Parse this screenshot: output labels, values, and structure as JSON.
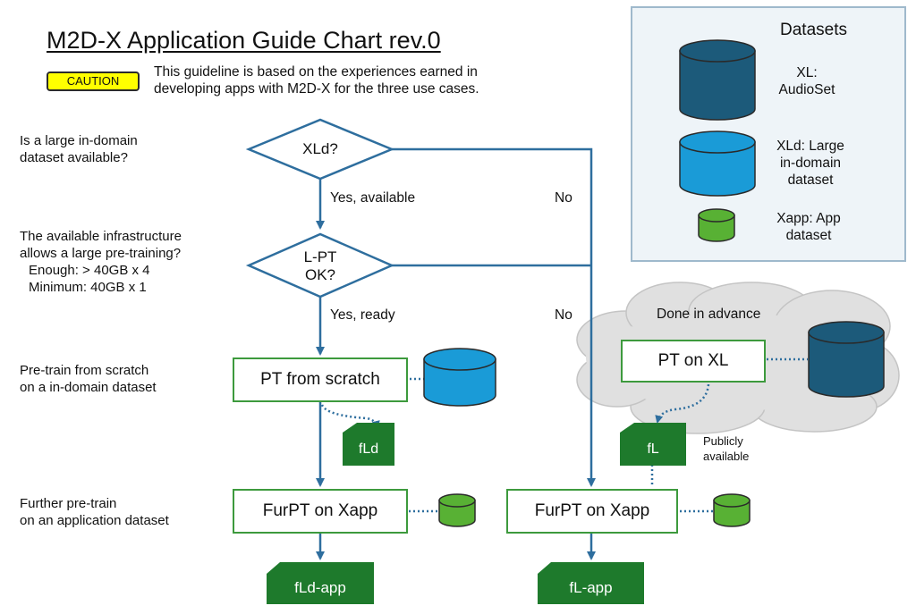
{
  "title": "M2D-X Application Guide Chart rev.0",
  "caution": {
    "badge": "CAUTION",
    "line1": "This guideline is based on the experiences earned in",
    "line2": "developing apps with M2D-X for the three use cases."
  },
  "questions": {
    "q1": [
      "Is a large in-domain",
      "dataset available?"
    ],
    "q2": [
      "The available infrastructure",
      "allows a large pre-training?",
      "Enough: > 40GB x 4",
      "Minimum: 40GB x 1"
    ],
    "q3": [
      "Pre-train from scratch",
      "on a in-domain dataset"
    ],
    "q4": [
      "Further pre-train",
      "on an application dataset"
    ]
  },
  "decisions": {
    "d1": "XLd?",
    "d2_line1": "L-PT",
    "d2_line2": "OK?"
  },
  "edges": {
    "yes_available": "Yes, available",
    "yes_ready": "Yes, ready",
    "no1": "No",
    "no2": "No"
  },
  "steps": {
    "pt_scratch": "PT from scratch",
    "furpt_left": "FurPT on Xapp",
    "furpt_right": "FurPT on Xapp",
    "pt_xl": "PT on XL"
  },
  "outputs": {
    "fld": "fLd",
    "fl": "fL",
    "fld_app": "fLd-app",
    "fl_app": "fL-app"
  },
  "cloud": {
    "label": "Done in advance",
    "public_line1": "Publicly",
    "public_line2": "available"
  },
  "legend": {
    "title": "Datasets",
    "xl": [
      "XL:",
      "AudioSet"
    ],
    "xld": [
      "XLd: Large",
      "in-domain",
      "dataset"
    ],
    "xapp": [
      "Xapp: App",
      "dataset"
    ]
  },
  "colors": {
    "flow_line": "#2e6e9e",
    "box_border": "#3d9a3d",
    "output_fill": "#1e7a2c",
    "xl_cylinder": "#1c5a7a",
    "xld_cylinder": "#1a9bd7",
    "xapp_cylinder": "#58b134",
    "caution_bg": "#ffff00"
  }
}
